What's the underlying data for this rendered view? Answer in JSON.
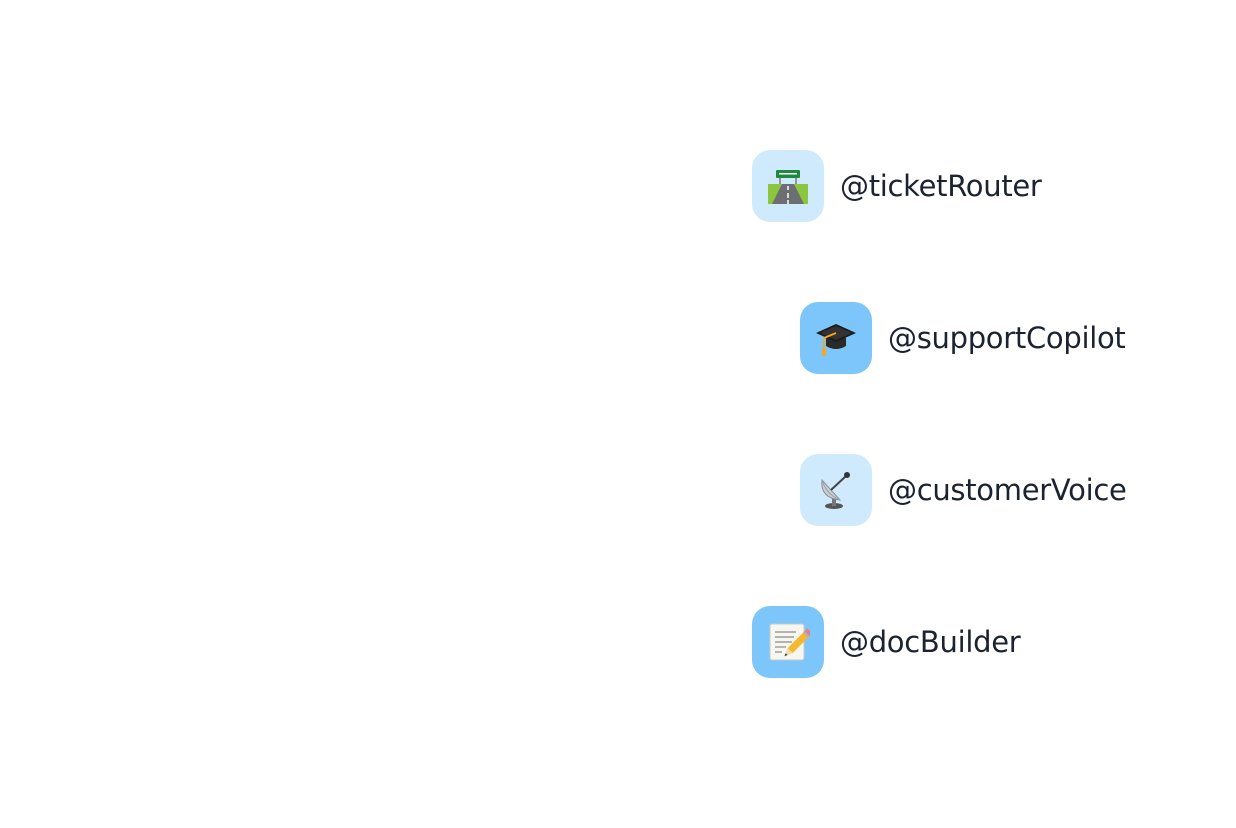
{
  "agents": [
    {
      "handle": "@ticketRouter",
      "icon": "motorway-icon",
      "avatar_bg": "#cfeafd"
    },
    {
      "handle": "@supportCopilot",
      "icon": "graduation-cap-icon",
      "avatar_bg": "#7cc6fb"
    },
    {
      "handle": "@customerVoice",
      "icon": "satellite-antenna-icon",
      "avatar_bg": "#cfeafd"
    },
    {
      "handle": "@docBuilder",
      "icon": "memo-icon",
      "avatar_bg": "#7cc6fb"
    }
  ]
}
